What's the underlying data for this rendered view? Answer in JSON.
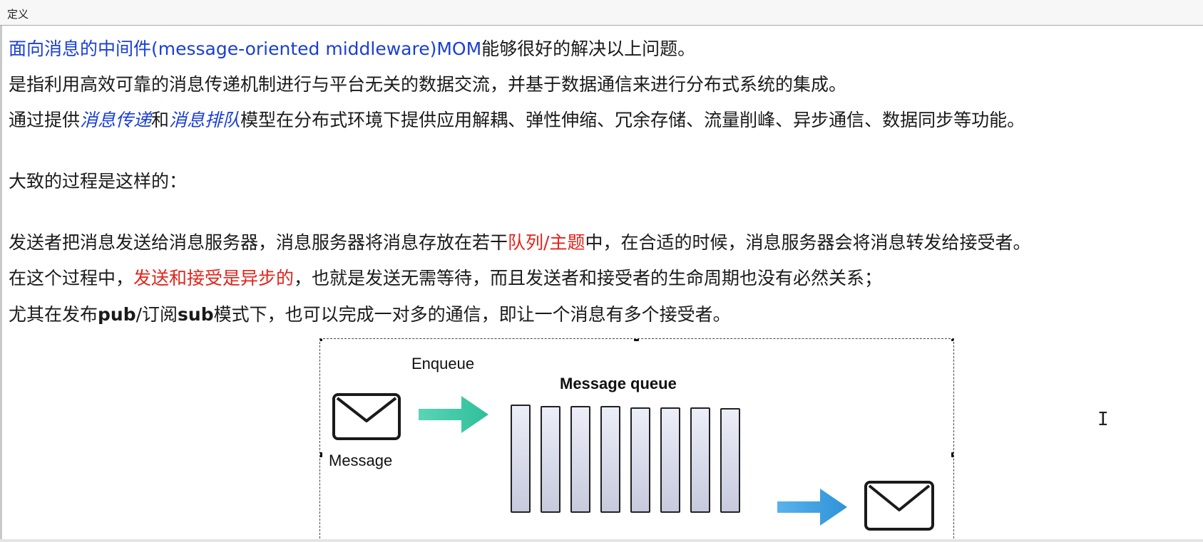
{
  "window": {
    "title": "定义"
  },
  "paragraphs": {
    "p1_blue": "面向消息的中间件(message-oriented middleware)MOM",
    "p1_rest": "能够很好的解决以上问题。",
    "p2": " 是指利用高效可靠的消息传递机制进行与平台无关的数据交流，并基于数据通信来进行分布式系统的集成。",
    "p3_a": "通过提供",
    "p3_italic1": "消息传递",
    "p3_b": "和",
    "p3_italic2": "消息排队",
    "p3_c": "模型在分布式环境下提供应用解耦、弹性伸缩、冗余存储、流量削峰、异步通信、数据同步等功能。",
    "p4": "大致的过程是这样的：",
    "p5_a": "发送者把消息发送给消息服务器，消息服务器将消息存放在若干",
    "p5_red": "队列/主题",
    "p5_b": "中，在合适的时候，消息服务器会将消息转发给接受者。",
    "p6_a": "在这个过程中，",
    "p6_red": "发送和接受是异步的",
    "p6_b": "，也就是发送无需等待，而且发送者和接受者的生命周期也没有必然关系；",
    "p7_a": "尤其在发布",
    "p7_pub": "pub",
    "p7_b": "/订阅",
    "p7_sub": "sub",
    "p7_c": "模式下，也可以完成一对多的通信，即让一个消息有多个接受者。"
  },
  "diagram": {
    "enqueue_label": "Enqueue",
    "queue_label": "Message queue",
    "message_label": "Message",
    "bar_count": 8,
    "icons": [
      "envelope-icon",
      "arrow-right-icon"
    ],
    "colors": {
      "enqueue_arrow": "#3ec9a7",
      "dequeue_arrow": "#3aa0e0",
      "bar_fill": "#d6d8e9"
    }
  },
  "colors": {
    "link_blue": "#1a3fd6",
    "emphasis_red": "#e2231a",
    "text": "#1a1a1a"
  }
}
